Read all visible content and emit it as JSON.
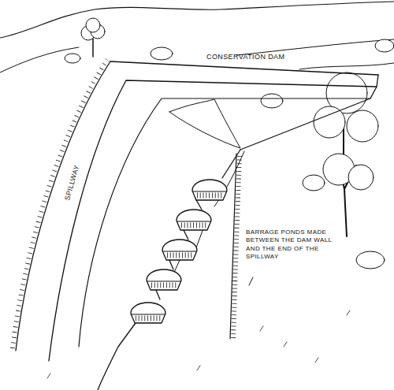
{
  "diagram": {
    "labels": [
      "CONSERVATION DAM",
      "SPILLWAY",
      "BARRAGE PONDS MADE BETWEEN THE DAM WALL AND THE END OF THE SPILLWAY"
    ]
  }
}
